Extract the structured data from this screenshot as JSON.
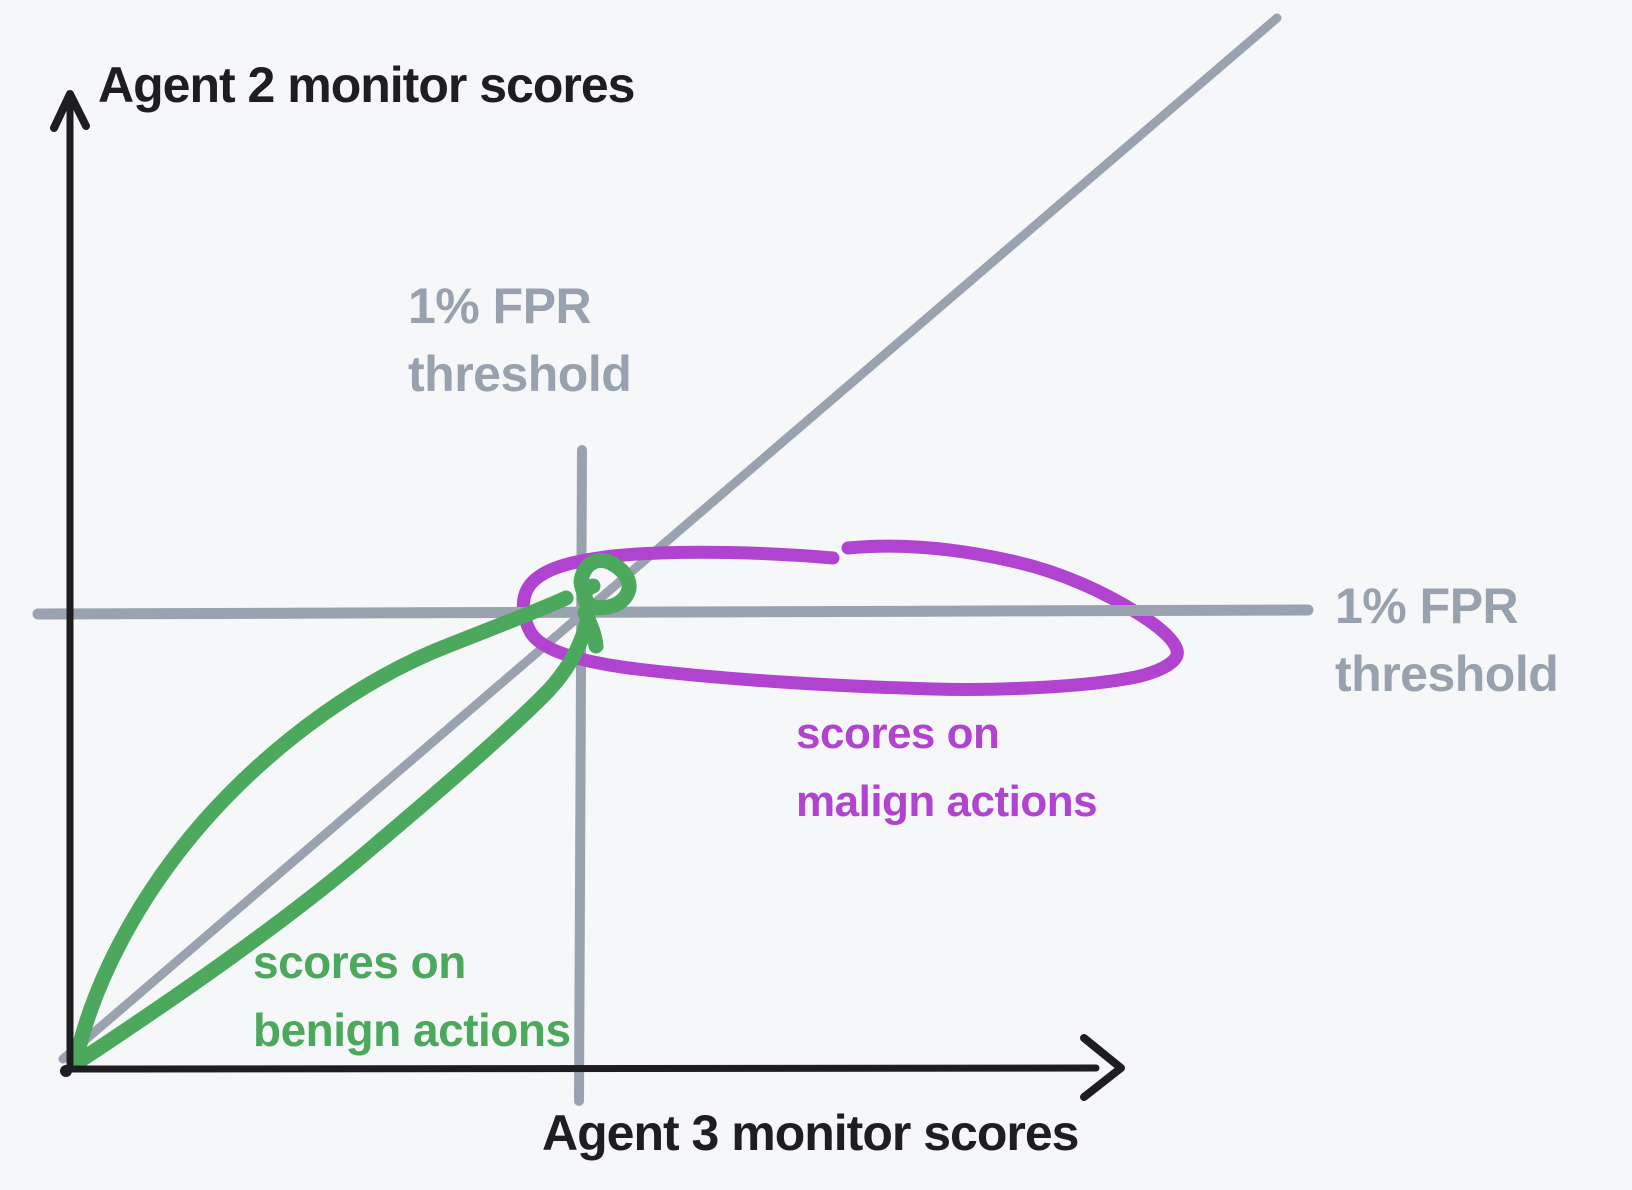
{
  "figure": {
    "y_axis_title": "Agent 2 monitor scores",
    "x_axis_title": "Agent 3 monitor scores",
    "vertical_threshold_label": {
      "line1": "1% FPR",
      "line2": "threshold"
    },
    "horizontal_threshold_label": {
      "line1": "1% FPR",
      "line2": "threshold"
    },
    "benign_label": {
      "line1": "scores on",
      "line2": "benign actions"
    },
    "malign_label": {
      "line1": "scores on",
      "line2": "malign actions"
    }
  },
  "colors": {
    "background": "#f6f7f9",
    "axis_black": "#1e1e20",
    "gray_line": "#9aa2af",
    "gray_text": "#98a1ae",
    "green": "#4ca85c",
    "purple": "#b143d1"
  }
}
